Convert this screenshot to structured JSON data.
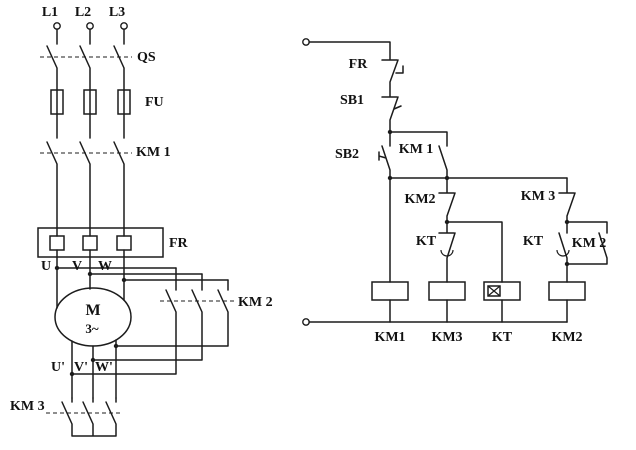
{
  "power": {
    "phase_labels": [
      "L1",
      "L2",
      "L3"
    ],
    "qs": "QS",
    "fu": "FU",
    "km1": "KM 1",
    "fr": "FR",
    "stator_terminals": [
      "U",
      "V",
      "W"
    ],
    "motor_letter": "M",
    "motor_phases": "3~",
    "rotor_terminals": [
      "U'",
      "V'",
      "W'"
    ],
    "km2": "KM 2",
    "km3": "KM 3"
  },
  "control": {
    "fr": "FR",
    "sb1": "SB1",
    "sb2": "SB2",
    "km1_aux": "KM 1",
    "km2_interlock": "KM2",
    "km3_interlock": "KM 3",
    "kt_nc": "KT",
    "kt_no": "KT",
    "km2_aux": "KM 2",
    "coils": [
      "KM1",
      "KM3",
      "KT",
      "KM2"
    ]
  }
}
